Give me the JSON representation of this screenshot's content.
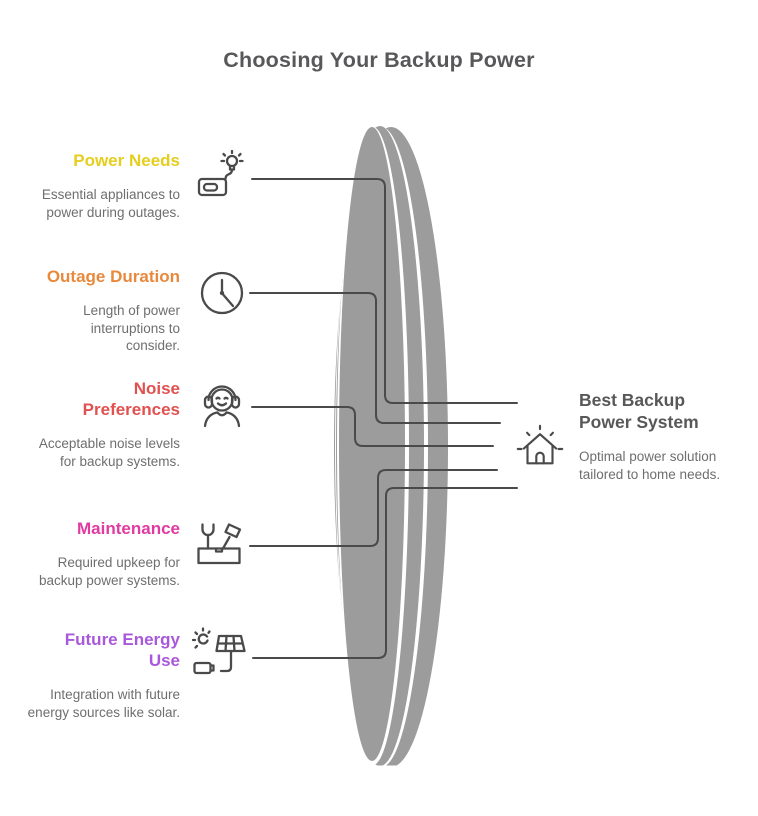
{
  "title": "Choosing Your Backup Power",
  "items": [
    {
      "label": "Power Needs",
      "description": "Essential appliances to power during outages.",
      "color": "#E5CE1E",
      "icon": "generator-bulb-icon"
    },
    {
      "label": "Outage Duration",
      "description": "Length of power interruptions to consider.",
      "color": "#E8893C",
      "icon": "clock-icon"
    },
    {
      "label": "Noise Preferences",
      "description": "Acceptable noise levels for backup systems.",
      "color": "#E05150",
      "icon": "headset-person-icon"
    },
    {
      "label": "Maintenance",
      "description": "Required upkeep for backup power systems.",
      "color": "#E13AA0",
      "icon": "toolbox-icon"
    },
    {
      "label": "Future Energy Use",
      "description": "Integration with future energy sources like solar.",
      "color": "#A958DB",
      "icon": "solar-panel-icon"
    }
  ],
  "result": {
    "title": "Best Backup Power System",
    "description": "Optimal power solution tailored to home needs.",
    "icon": "house-rays-icon"
  },
  "colors": {
    "title": "#58585A",
    "body": "#6E6E6E",
    "line": "#4A4A4A",
    "ellipse": "#9C9C9C",
    "background": "#FFFFFF"
  }
}
